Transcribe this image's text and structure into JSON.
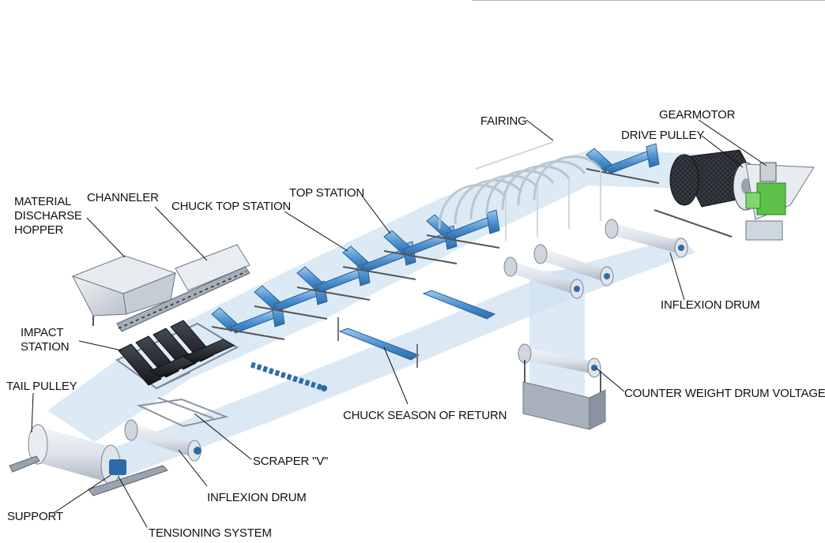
{
  "labels": {
    "gearmotor": "GEARMOTOR",
    "drive_pulley": "DRIVE PULLEY",
    "fairing": "FAIRING",
    "material_discharse_hopper": "MATERIAL\nDISCHARSE\nHOPPER",
    "channeler": "CHANNELER",
    "chuck_top_station": "CHUCK TOP STATION",
    "top_station": "TOP STATION",
    "inflexion_drum_right": "INFLEXION DRUM",
    "impact_station": "IMPACT\nSTATION",
    "tail_pulley": "TAIL PULLEY",
    "counter_weight_drum_voltage": "COUNTER WEIGHT DRUM VOLTAGE",
    "chuck_season_of_return": "CHUCK SEASON OF RETURN",
    "scraper_v": "SCRAPER \"V\"",
    "inflexion_drum_left": "INFLEXION DRUM",
    "support": "SUPPORT",
    "tensioning_system": "TENSIONING SYSTEM"
  },
  "colors": {
    "belt": "#cfe1f2",
    "idler": "#5a9bd6",
    "drum": "#dfe5ec",
    "frame": "#8a94a0",
    "drive_pulley": "#26292e",
    "gearmotor": "#5cc24a"
  }
}
